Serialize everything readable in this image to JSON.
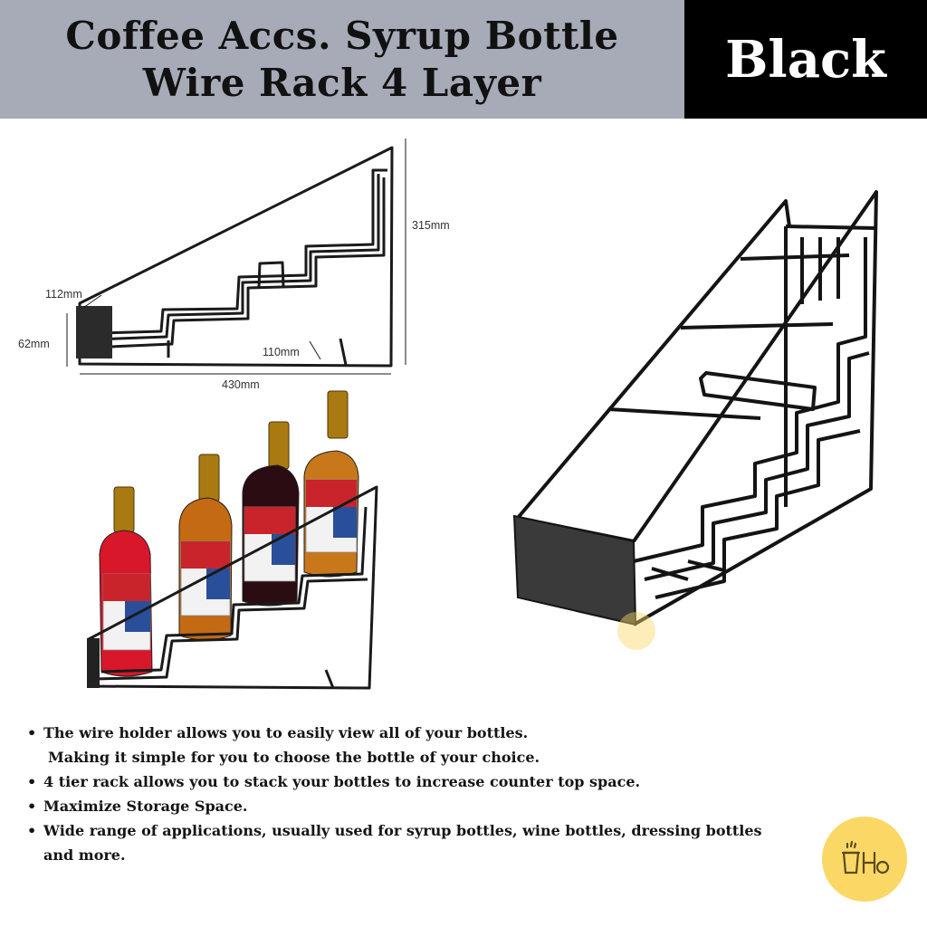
{
  "header": {
    "title": "Coffee Accs. Syrup Bottle Wire Rack 4 Layer",
    "color_label": "Black",
    "title_bg": "#a7abb7",
    "color_bg": "#000000"
  },
  "dimensions": {
    "height": "315mm",
    "depth": "112mm",
    "front_height": "62mm",
    "step": "110mm",
    "length": "430mm"
  },
  "features": [
    {
      "text": "The wire holder allows you to easily view all of your bottles.",
      "continuation": "Making it simple for you to choose the bottle of your choice."
    },
    {
      "text": "4 tier rack allows you to stack your bottles to increase counter top space."
    },
    {
      "text": "Maximize Storage Space."
    },
    {
      "text": "Wide range of applications, usually used for syrup bottles, wine bottles, dressing bottles and more."
    }
  ],
  "bullet": "•",
  "logo": {
    "icon": "cup-logo-icon",
    "text": "Ho",
    "color": "#fbd866"
  },
  "bottle_colors": [
    "#d8172a",
    "#c36a13",
    "#2a0c12",
    "#c8781a"
  ]
}
